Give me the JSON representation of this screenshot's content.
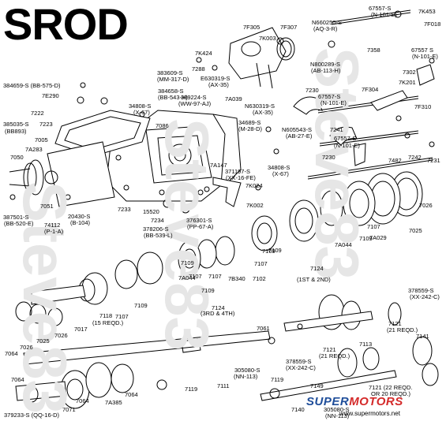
{
  "title": "SROD",
  "watermark_text": "Steve83",
  "logo": {
    "brand_a": "SUPER",
    "brand_b": "MOTORS",
    "url": "www.supermotors.net"
  },
  "colors": {
    "ink": "#000000",
    "watermark": "#e6e6e6",
    "logo_blue": "#1f4e9a",
    "logo_red": "#d42a2a"
  },
  "labels": [
    "67557-S",
    "(N-101-E)",
    "7K453",
    "7F018",
    "N660250-S",
    "(AQ-3-R)",
    "7F305",
    "7F307",
    "7K003",
    "7358",
    "67557 S",
    "(N-101-E)",
    "7K424",
    "7288",
    "E630319-S",
    "(AX-35)",
    "N800289-S",
    "(AB-113-H)",
    "7302",
    "7K201",
    "383609-S",
    "(MM-317-D)",
    "384659-S (BB-575-D)",
    "384658-S",
    "(BB-543-H)",
    "7E290",
    "34808-S",
    "(X-67)",
    "389224-S",
    "(WW-97-AJ)",
    "7A039",
    "N630319-S",
    "(AX-35)",
    "7230",
    "67557-S",
    "(N-101-E)",
    "7F304",
    "7F310",
    "385035-S",
    "(BB893)",
    "7223",
    "7222",
    "7086",
    "34689-S",
    "(M-28-D)",
    "7241",
    "7005",
    "7A283",
    "N605543-S",
    "(AB-27-E)",
    "67557-S",
    "(N-101-E)",
    "7050",
    "7A147",
    "371197-S",
    "(XX-16-FE)",
    "34808-S",
    "(X-67)",
    "7230",
    "7482",
    "7242",
    "7231",
    "7K024",
    "7051",
    "7233",
    "15520",
    "7234",
    "378206-S",
    "(BB-539-L)",
    "376301-S",
    "(PP-67-A)",
    "7K002",
    "387501-S",
    "(BB-520-E)",
    "74112",
    "(P-1-A)",
    "20430-S",
    "(B-104)",
    "7026",
    "7025",
    "7A029",
    "7107",
    "7109",
    "7A044",
    "7109",
    "7107",
    "7109",
    "7124",
    "7102",
    "(1ST & 2ND)",
    "7107",
    "7109",
    "7B340",
    "7107",
    "7109",
    "7A044",
    "7124",
    "(3RD & 4TH)",
    "7118",
    "(15 REQD.)",
    "7109",
    "7107",
    "7017",
    "7026",
    "7025",
    "7064",
    "7026",
    "378559-S",
    "(XX-242-C)",
    "7121",
    "(21 REQD.)",
    "7113",
    "7061",
    "7121",
    "(21 REQD.)",
    "378559-S",
    "(XX-242-C)",
    "7141",
    "305080-S",
    "(NN-113)",
    "7119",
    "7111",
    "7119",
    "7064",
    "7064",
    "7A385",
    "7064",
    "7071",
    "379233-S (QQ-16-D)",
    "7149",
    "7140",
    "7121 (22 REQD.",
    "OR 20 REQD.)",
    "305080-S",
    "(NN-113)"
  ]
}
